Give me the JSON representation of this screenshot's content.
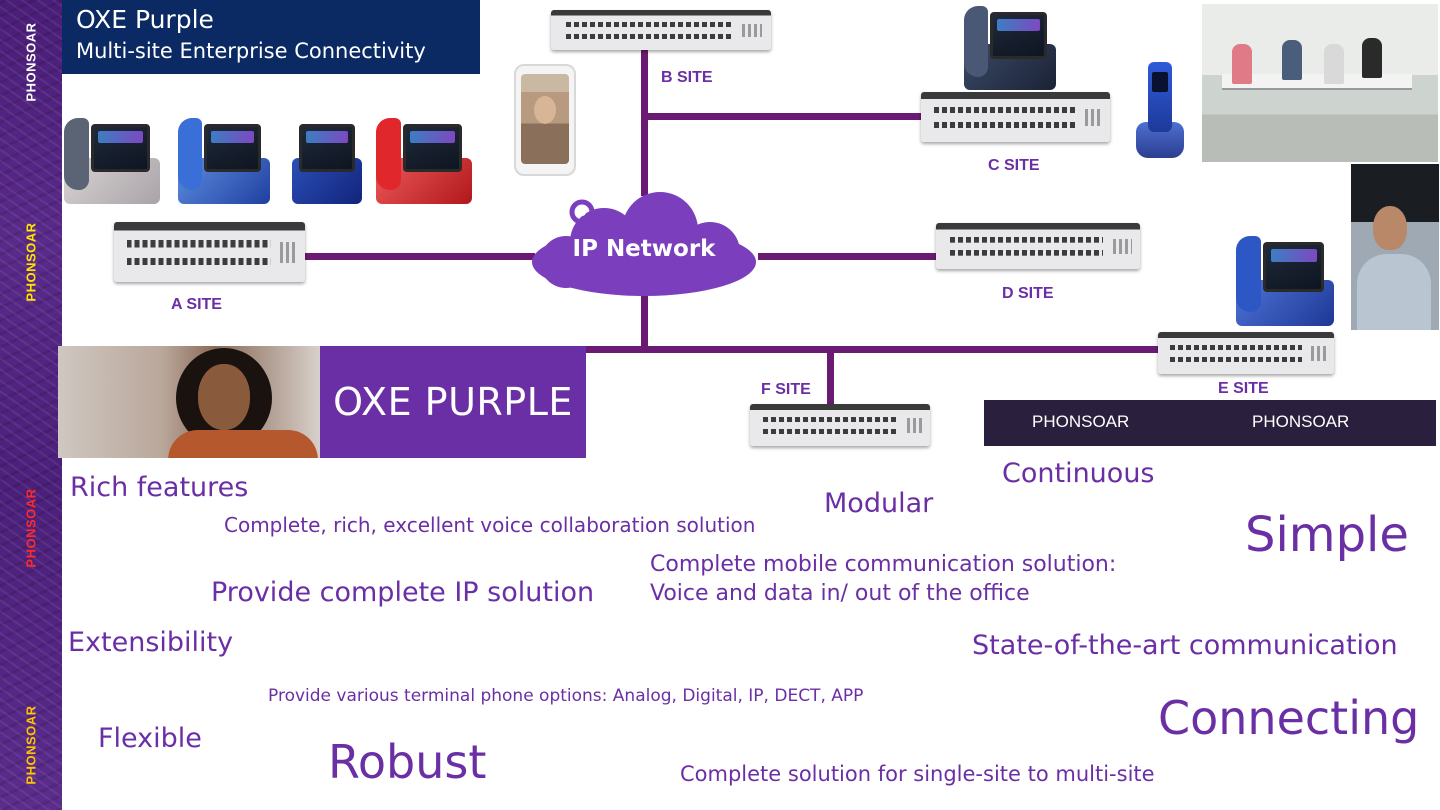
{
  "side_labels": [
    {
      "text": "PHONSOAR",
      "color": "#ffffff"
    },
    {
      "text": "PHONSOAR",
      "color": "#ffe600"
    },
    {
      "text": "PHONSOAR",
      "color": "#ff2a2a"
    },
    {
      "text": "PHONSOAR",
      "color": "#ffc400"
    }
  ],
  "header": {
    "title": "OXE Purple",
    "subtitle": "Multi-site Enterprise Connectivity"
  },
  "network": {
    "cloud_label": "IP Network",
    "sites": {
      "a": "A SITE",
      "b": "B SITE",
      "c": "C SITE",
      "d": "D SITE",
      "e": "E SITE",
      "f": "F SITE"
    }
  },
  "banner": {
    "title": "OXE PURPLE"
  },
  "brand_bar": {
    "left": "PHONSOAR",
    "right": "PHONSOAR"
  },
  "keywords": {
    "rich_features": "Rich features",
    "voice_collab": "Complete, rich, excellent voice collaboration solution",
    "ip_solution": "Provide complete IP solution",
    "extensibility": "Extensibility",
    "terminal_options": "Provide various terminal phone options: Analog, Digital, IP, DECT, APP",
    "flexible": "Flexible",
    "robust": "Robust",
    "modular": "Modular",
    "mobile_line1": "Complete mobile communication solution:",
    "mobile_line2": "Voice and data in/ out of the office",
    "single_multi": "Complete solution for single-site to multi-site",
    "continuous": "Continuous",
    "simple": "Simple",
    "state_of_art": "State-of-the-art communication",
    "connecting": "Connecting"
  },
  "colors": {
    "accent_purple": "#6b2fa5",
    "header_navy": "#0b2a63",
    "network_line": "#6a1a72",
    "brand_bar": "#2a1f3d",
    "cloud": "#7b3fbe"
  }
}
